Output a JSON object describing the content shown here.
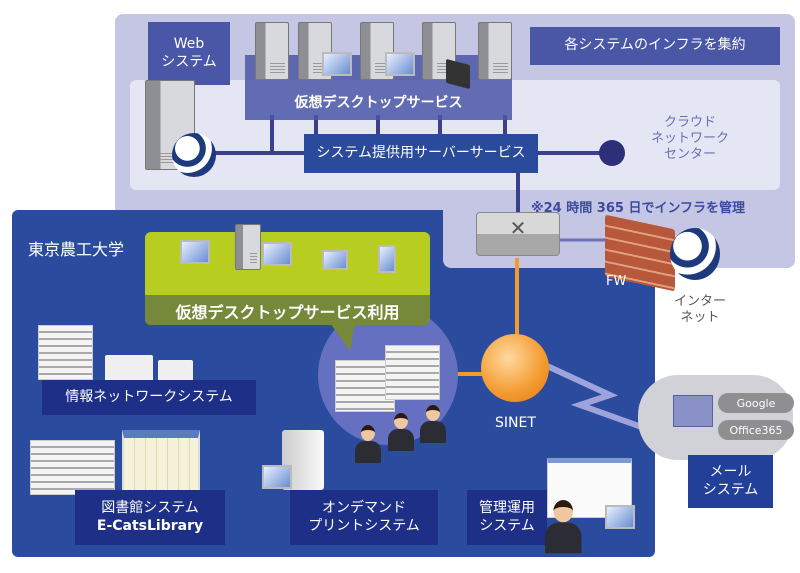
{
  "cloud_center": {
    "web_system": [
      "Web",
      "システム"
    ],
    "vdi_service": "仮想デスクトップサービス",
    "infra_consolidation": "各システムのインフラを集約",
    "server_service": "システム提供用サーバーサービス",
    "center_label": [
      "クラウド",
      "ネットワーク",
      "センター"
    ],
    "note": "※24 時間 365 日でインフラを管理"
  },
  "university": {
    "name": "東京農工大学",
    "vdi_usage": "仮想デスクトップサービス利用",
    "info_network": "情報ネットワークシステム",
    "library": [
      "図書館システム",
      "E-CatsLibrary"
    ],
    "print": [
      "オンデマンド",
      "プリントシステム"
    ],
    "admin": [
      "管理運用",
      "システム"
    ]
  },
  "network": {
    "sinet": "SINET",
    "fw": "FW",
    "internet": [
      "インター",
      "ネット"
    ]
  },
  "mail": {
    "providers": [
      "Google",
      "Office365"
    ],
    "label": [
      "メール",
      "システム"
    ]
  },
  "colors": {
    "cloud_panel": "#c4c6e3",
    "inner_panel": "#e4e6f3",
    "university_panel": "#2a4b9e",
    "label_box": "#1e2f87",
    "vdi_green": "#b7cd20",
    "sinet_orange": "#f39a2e"
  }
}
